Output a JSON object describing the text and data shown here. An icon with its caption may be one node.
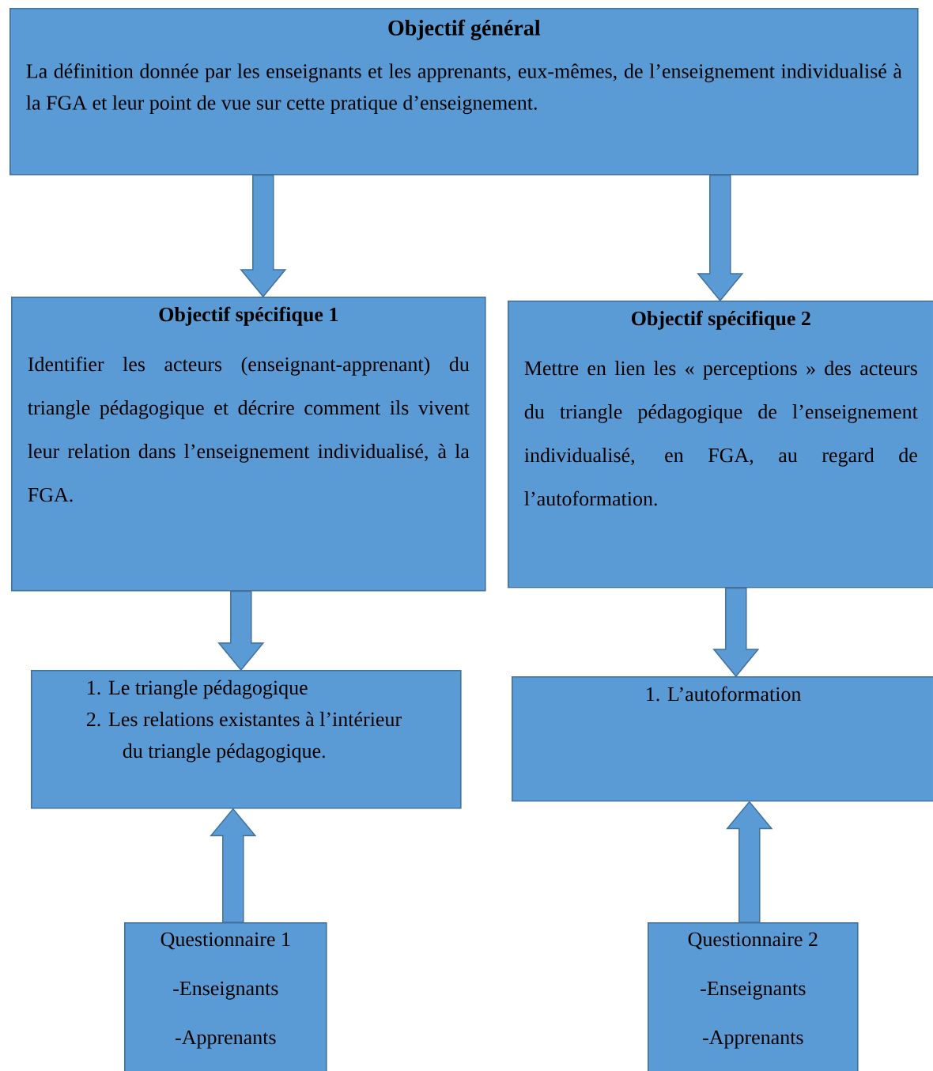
{
  "diagram": {
    "nodes": [
      {
        "text": [
          "Objectif général",
          "La définition donnée par les enseignants et les apprenants, eux-mêmes, de l’enseignement individualisé à la FGA et leur point de vue sur cette pratique d’enseignement."
        ]
      },
      {
        "text": [
          "Objectif spécifique 1",
          "Identifier les acteurs (enseignant-apprenant) du triangle pédagogique et décrire comment ils vivent leur relation dans l’enseignement individualisé, à la FGA."
        ]
      },
      {
        "text": [
          "Objectif spécifique 2",
          "Mettre en lien les « perceptions » des acteurs du triangle pédagogique de l’enseignement individualisé, en FGA, au regard de l’autoformation."
        ]
      },
      {
        "text": [
          "1. Le triangle pédagogique",
          "2. Les relations existantes à l’intérieur du triangle pédagogique."
        ]
      },
      {
        "text": [
          "1. L’autoformation"
        ]
      },
      {
        "text": [
          "Questionnaire 1",
          "-Enseignants",
          "-Apprenants"
        ]
      },
      {
        "text": [
          "Questionnaire 2",
          "-Enseignants",
          "-Apprenants"
        ]
      }
    ],
    "edges": [
      {
        "from": 0,
        "to": 1,
        "arrow": "to"
      },
      {
        "from": 0,
        "to": 2,
        "arrow": "to"
      },
      {
        "from": 1,
        "to": 3,
        "arrow": "to"
      },
      {
        "from": 2,
        "to": 4,
        "arrow": "to"
      },
      {
        "from": 5,
        "to": 3,
        "arrow": "to"
      },
      {
        "from": 6,
        "to": 4,
        "arrow": "to"
      }
    ]
  }
}
